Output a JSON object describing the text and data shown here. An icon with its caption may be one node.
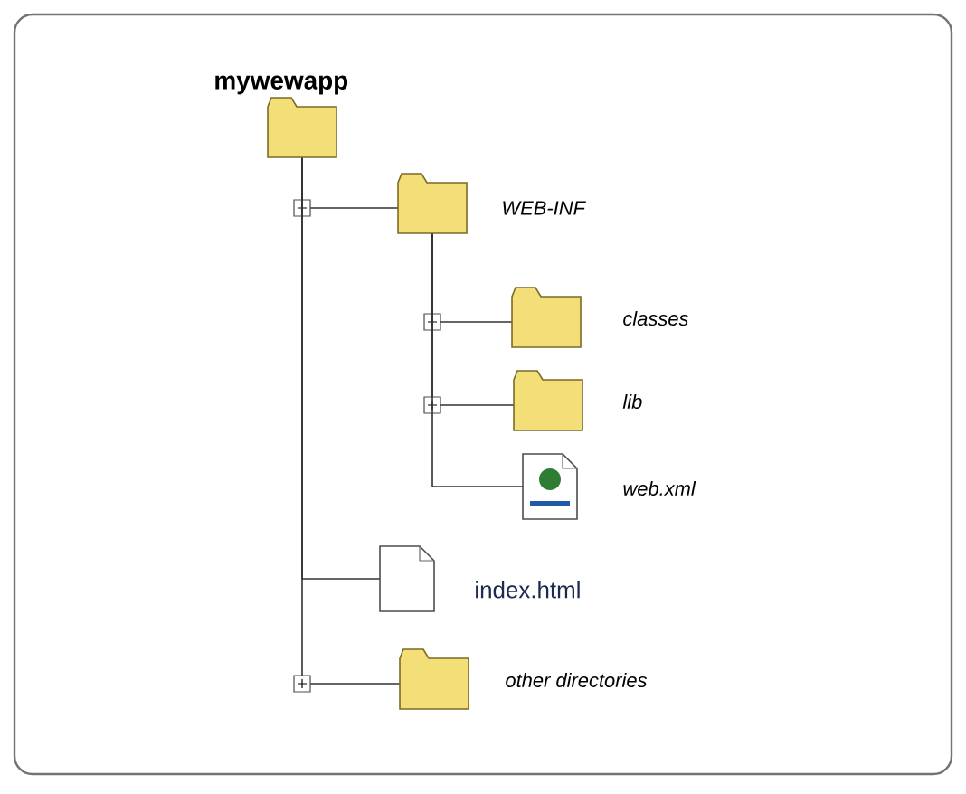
{
  "diagram": {
    "nodes": [
      {
        "text": [
          "mywewapp"
        ]
      },
      {
        "text": [
          "WEB-INF"
        ]
      },
      {
        "text": [
          "classes"
        ]
      },
      {
        "text": [
          "lib"
        ]
      },
      {
        "text": [
          "web.xml"
        ]
      },
      {
        "text": [
          "index.html"
        ]
      },
      {
        "text": [
          "other directories"
        ]
      }
    ],
    "edges": [
      {
        "from": 0,
        "to": 1,
        "arrow": "none"
      },
      {
        "from": 1,
        "to": 2,
        "arrow": "none"
      },
      {
        "from": 1,
        "to": 3,
        "arrow": "none"
      },
      {
        "from": 1,
        "to": 4,
        "arrow": "none"
      },
      {
        "from": 0,
        "to": 5,
        "arrow": "none"
      },
      {
        "from": 0,
        "to": 6,
        "arrow": "none"
      }
    ]
  }
}
